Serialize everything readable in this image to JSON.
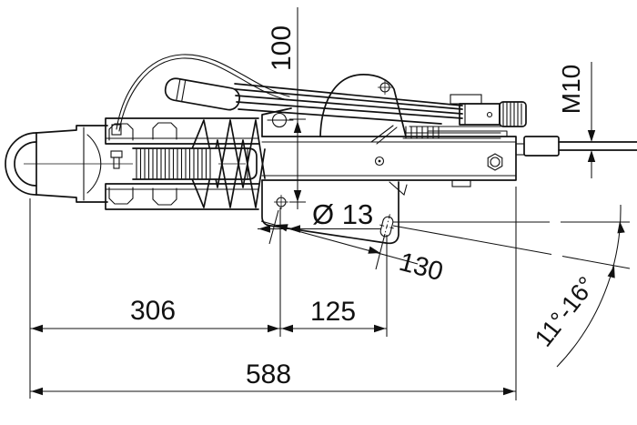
{
  "drawing": {
    "subject": "overrun-brake-coupling-side-view",
    "background_color": "#ffffff",
    "line_color": "#111111",
    "dimensions": {
      "height_offset": "100",
      "thread_size": "M10",
      "hole_diameter": "Ø 13",
      "hole_spacing_diagonal": "130",
      "length_front": "306",
      "length_between_holes": "125",
      "length_total": "588",
      "mounting_angle_range": "11°-16°"
    }
  }
}
